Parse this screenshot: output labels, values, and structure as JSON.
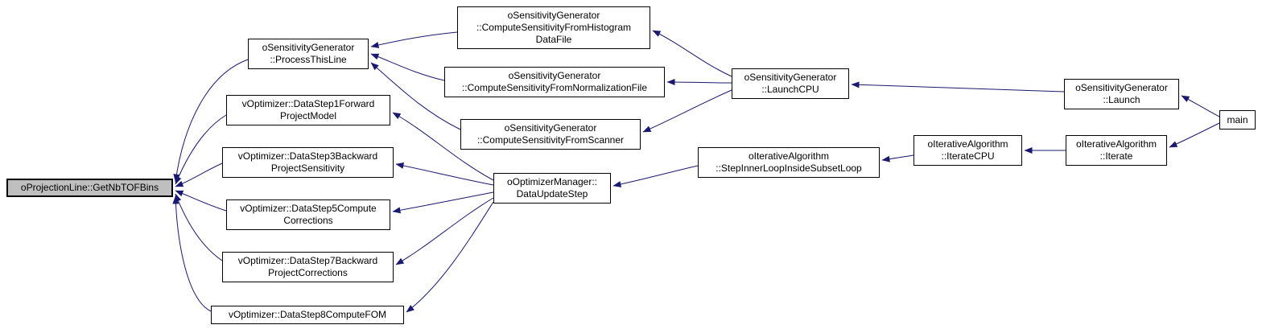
{
  "graph": {
    "type": "doxygen-caller-graph",
    "edge_color": "#191970",
    "node_border_color": "#000000",
    "highlight_fill": "#bfbfbf",
    "highlighted_node": "getnbtofbins",
    "nodes": {
      "getnbtofbins": {
        "line1": "oProjectionLine::GetNbTOFBins"
      },
      "processthisline": {
        "line1": "oSensitivityGenerator",
        "line2": "::ProcessThisLine"
      },
      "histdatafile": {
        "line1": "oSensitivityGenerator",
        "line2": "::ComputeSensitivityFromHistogram",
        "line3": "DataFile"
      },
      "normfile": {
        "line1": "oSensitivityGenerator",
        "line2": "::ComputeSensitivityFromNormalizationFile"
      },
      "scanner": {
        "line1": "oSensitivityGenerator",
        "line2": "::ComputeSensitivityFromScanner"
      },
      "launchcpu": {
        "line1": "oSensitivityGenerator",
        "line2": "::LaunchCPU"
      },
      "launch": {
        "line1": "oSensitivityGenerator",
        "line2": "::Launch"
      },
      "main": {
        "line1": "main"
      },
      "datastep1": {
        "line1": "vOptimizer::DataStep1Forward",
        "line2": "ProjectModel"
      },
      "datastep3": {
        "line1": "vOptimizer::DataStep3Backward",
        "line2": "ProjectSensitivity"
      },
      "datastep5": {
        "line1": "vOptimizer::DataStep5Compute",
        "line2": "Corrections"
      },
      "datastep7": {
        "line1": "vOptimizer::DataStep7Backward",
        "line2": "ProjectCorrections"
      },
      "datastep8": {
        "line1": "vOptimizer::DataStep8ComputeFOM"
      },
      "dataupdatestep": {
        "line1": "oOptimizerManager::",
        "line2": "DataUpdateStep"
      },
      "stepinnerloop": {
        "line1": "oIterativeAlgorithm",
        "line2": "::StepInnerLoopInsideSubsetLoop"
      },
      "iteratecpu": {
        "line1": "oIterativeAlgorithm",
        "line2": "::IterateCPU"
      },
      "iterate": {
        "line1": "oIterativeAlgorithm",
        "line2": "::Iterate"
      }
    },
    "edges": [
      {
        "from": "processthisline",
        "to": "getnbtofbins"
      },
      {
        "from": "datastep1",
        "to": "getnbtofbins"
      },
      {
        "from": "datastep3",
        "to": "getnbtofbins"
      },
      {
        "from": "datastep5",
        "to": "getnbtofbins"
      },
      {
        "from": "datastep7",
        "to": "getnbtofbins"
      },
      {
        "from": "datastep8",
        "to": "getnbtofbins"
      },
      {
        "from": "histdatafile",
        "to": "processthisline"
      },
      {
        "from": "normfile",
        "to": "processthisline"
      },
      {
        "from": "scanner",
        "to": "processthisline"
      },
      {
        "from": "launchcpu",
        "to": "histdatafile"
      },
      {
        "from": "launchcpu",
        "to": "normfile"
      },
      {
        "from": "launchcpu",
        "to": "scanner"
      },
      {
        "from": "launch",
        "to": "launchcpu"
      },
      {
        "from": "main",
        "to": "launch"
      },
      {
        "from": "dataupdatestep",
        "to": "datastep1"
      },
      {
        "from": "dataupdatestep",
        "to": "datastep3"
      },
      {
        "from": "dataupdatestep",
        "to": "datastep5"
      },
      {
        "from": "dataupdatestep",
        "to": "datastep7"
      },
      {
        "from": "dataupdatestep",
        "to": "datastep8"
      },
      {
        "from": "stepinnerloop",
        "to": "dataupdatestep"
      },
      {
        "from": "iteratecpu",
        "to": "stepinnerloop"
      },
      {
        "from": "iterate",
        "to": "iteratecpu"
      },
      {
        "from": "main",
        "to": "iterate"
      }
    ]
  }
}
